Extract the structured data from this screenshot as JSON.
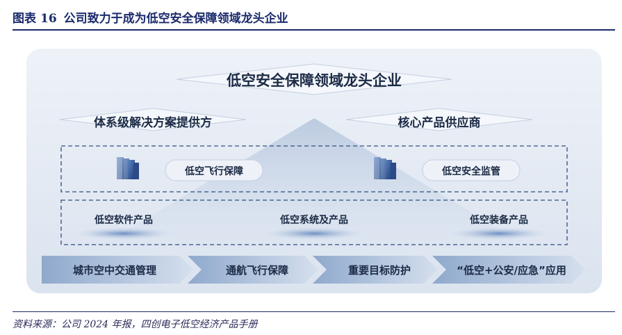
{
  "figure": {
    "label": "图表",
    "number": "16",
    "title": "公司致力于成为低空安全保障领域龙头企业"
  },
  "diagram": {
    "top_goal": "低空安全保障领域龙头企业",
    "pillars": {
      "left": "体系级解决方案提供方",
      "right": "核心产品供应商"
    },
    "guarantee_row": [
      "低空飞行保障",
      "低空安全监管"
    ],
    "product_row": [
      "低空软件产品",
      "低空系统及产品",
      "低空装备产品"
    ],
    "applications": [
      "城市空中交通管理",
      "通航飞行保障",
      "重要目标防护",
      "“低空+公安/应急”应用"
    ]
  },
  "source": "资料来源：公司 2024 年报，四创电子低空经济产品手册",
  "colors": {
    "title_navy": "#1a2a6b",
    "text_dark": "#1b2a45",
    "arrow_blue_dark": "#8fa9cc",
    "arrow_blue_light": "#c9d6e8",
    "dash_blue": "#2f4e80"
  }
}
